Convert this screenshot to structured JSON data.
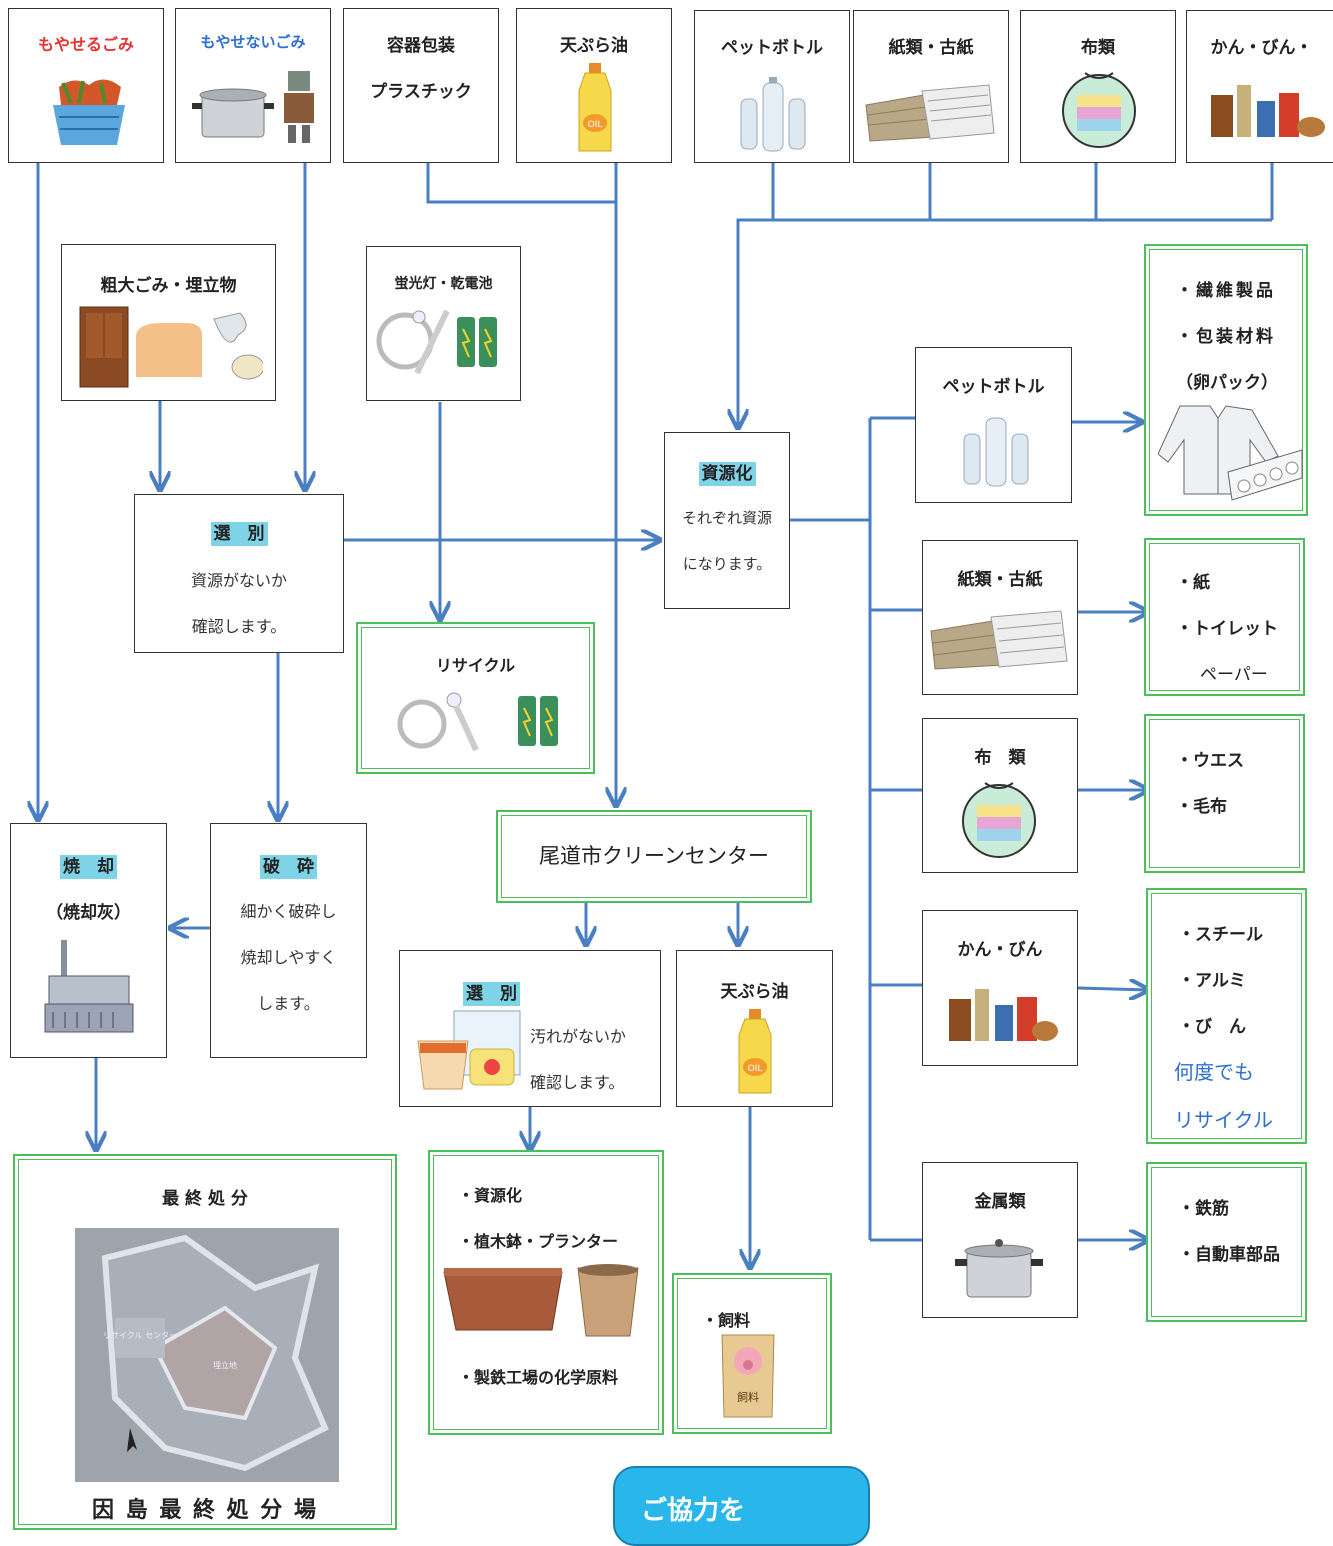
{
  "top_row": [
    {
      "label": "もやせるごみ",
      "color": "#e53232",
      "icon": "basket-icon"
    },
    {
      "label": "もやせないごみ",
      "color": "#2e6fd1",
      "icon": "pot-robot-icon"
    },
    {
      "label1": "容器包装",
      "label2": "プラスチック"
    },
    {
      "label": "天ぷら油",
      "icon": "oil-bottle-icon"
    },
    {
      "label": "ペットボトル",
      "icon": "pet-bottles-icon"
    },
    {
      "label": "紙類・古紙",
      "icon": "newspaper-icon"
    },
    {
      "label": "布類",
      "icon": "cloth-bundle-icon"
    },
    {
      "label": "かん・びん・",
      "icon": "cans-bottles-icon"
    }
  ],
  "sodai": {
    "label": "粗大ごみ・埋立物"
  },
  "keikoutou": {
    "label": "蛍光灯・乾電池"
  },
  "senbetsu1": {
    "title": "選　別",
    "line1": "資源がないか",
    "line2": "確認します。"
  },
  "recycle": {
    "label": "リサイクル"
  },
  "shigenka": {
    "title": "資源化",
    "line1": "それぞれ資源",
    "line2": "になります。"
  },
  "shokyaku": {
    "title": "焼　却",
    "sub": "（焼却灰）"
  },
  "hasai": {
    "title": "破　砕",
    "line1": "細かく破砕し",
    "line2": "焼却しやすく",
    "line3": "します。"
  },
  "center": {
    "label": "尾道市クリーンセンター"
  },
  "senbetsu2": {
    "title": "選　別",
    "line1": "汚れがないか",
    "line2": "確認します。"
  },
  "tempura2": {
    "label": "天ぷら油"
  },
  "final": {
    "title": "最 終 処 分",
    "place": "因 島 最 終 処 分 場",
    "map_label1": "リサイクル センター",
    "map_label2": "埋立地"
  },
  "plastic_out": {
    "items": [
      "・資源化",
      "・植木鉢・プランター",
      "・製鉄工場の化学原料"
    ]
  },
  "feed": {
    "label": "・飼料",
    "bag_text": "飼料"
  },
  "categories": [
    {
      "label": "ペットボトル",
      "icon": "pet-bottles-icon"
    },
    {
      "label": "紙類・古紙",
      "icon": "newspaper-icon"
    },
    {
      "label": "布　類",
      "icon": "cloth-bundle-icon"
    },
    {
      "label": "かん・びん",
      "icon": "cans-bottles-icon"
    },
    {
      "label": "金属類",
      "icon": "pot-icon"
    }
  ],
  "outputs": {
    "pet": [
      "・繊維製品",
      "・包装材料",
      "（卵パック）"
    ],
    "paper": [
      "・紙",
      "・トイレット",
      "ペーパー"
    ],
    "cloth": [
      "・ウエス",
      "・毛布"
    ],
    "can": [
      "・スチール",
      "・アルミ",
      "・び　ん"
    ],
    "can_note1": "何度でも",
    "can_note2": "リサイクル",
    "metal": [
      "・鉄筋",
      "・自動車部品"
    ]
  },
  "footer_button": "ご協力を",
  "colors": {
    "arrow": "#4a7fc1",
    "green_border": "#4bbf5a",
    "highlight": "#7fd3e6",
    "button": "#29b6ea",
    "note": "#2e6fd1"
  }
}
